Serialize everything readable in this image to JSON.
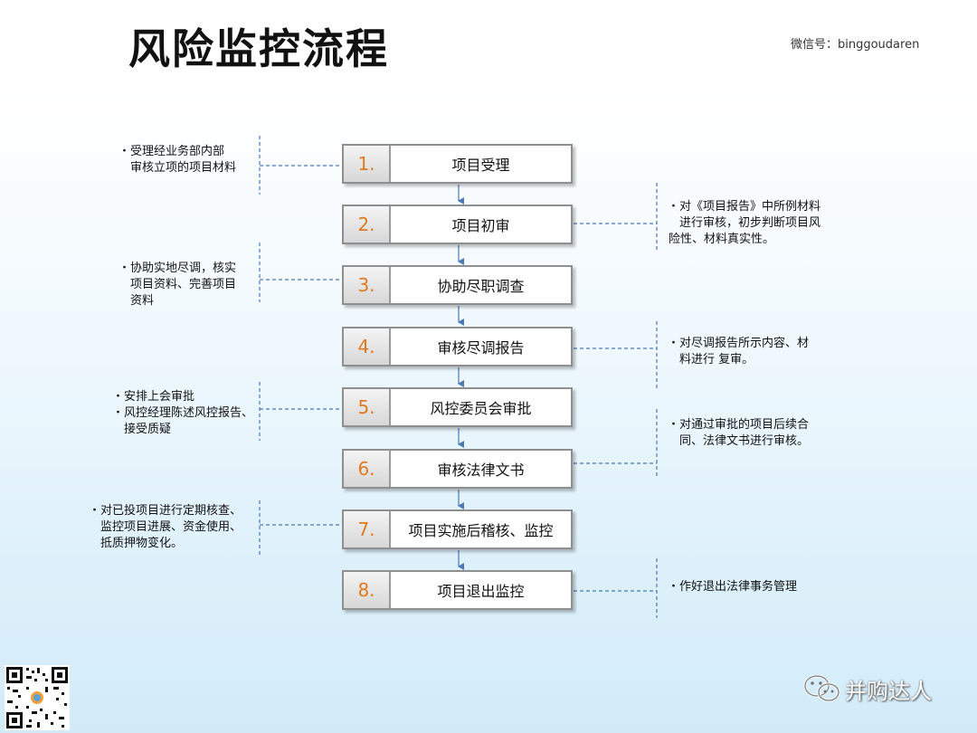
{
  "title": "风险监控流程",
  "wechat_id": "微信号：binggoudaren",
  "brand": "并购达人",
  "steps": [
    {
      "num": "1.",
      "label": "项目受理"
    },
    {
      "num": "2.",
      "label": "项目初审"
    },
    {
      "num": "3.",
      "label": "协助尽职调查"
    },
    {
      "num": "4.",
      "label": "审核尽调报告"
    },
    {
      "num": "5.",
      "label": "风控委员会审批"
    },
    {
      "num": "6.",
      "label": "审核法律文书"
    },
    {
      "num": "7.",
      "label": "项目实施后稽核、监控"
    },
    {
      "num": "8.",
      "label": "项目退出监控"
    }
  ],
  "left_notes": {
    "step1": [
      "・受理经业务部内部",
      "审核立项的项目材料"
    ],
    "step3": [
      "・协助实地尽调，核实",
      "项目资料、完善项目",
      "资料"
    ],
    "step5": [
      "・安排上会审批",
      "・风控经理陈述风控报告、",
      "接受质疑"
    ],
    "step7": [
      "・对已投项目进行定期核查、",
      "监控项目进展、资金使用、",
      "抵质押物变化。"
    ]
  },
  "right_notes": {
    "step2": [
      "・对《项目报告》中所例材料",
      "进行审核，初步判断项目风",
      "险性、材料真实性。"
    ],
    "step4": [
      "・对尽调报告所示内容、材",
      "料进行  复审。"
    ],
    "step6": [
      "・对通过审批的项目后续合",
      "同、法律文书进行审核。"
    ],
    "step8": [
      "・作好退出法律事务管理"
    ]
  },
  "colors": {
    "step_number": "#e07a1f",
    "connector": "#4a78b8",
    "box_border": "#8f8f8f"
  },
  "icons": [
    "wechat-icon",
    "qr-code-icon"
  ]
}
